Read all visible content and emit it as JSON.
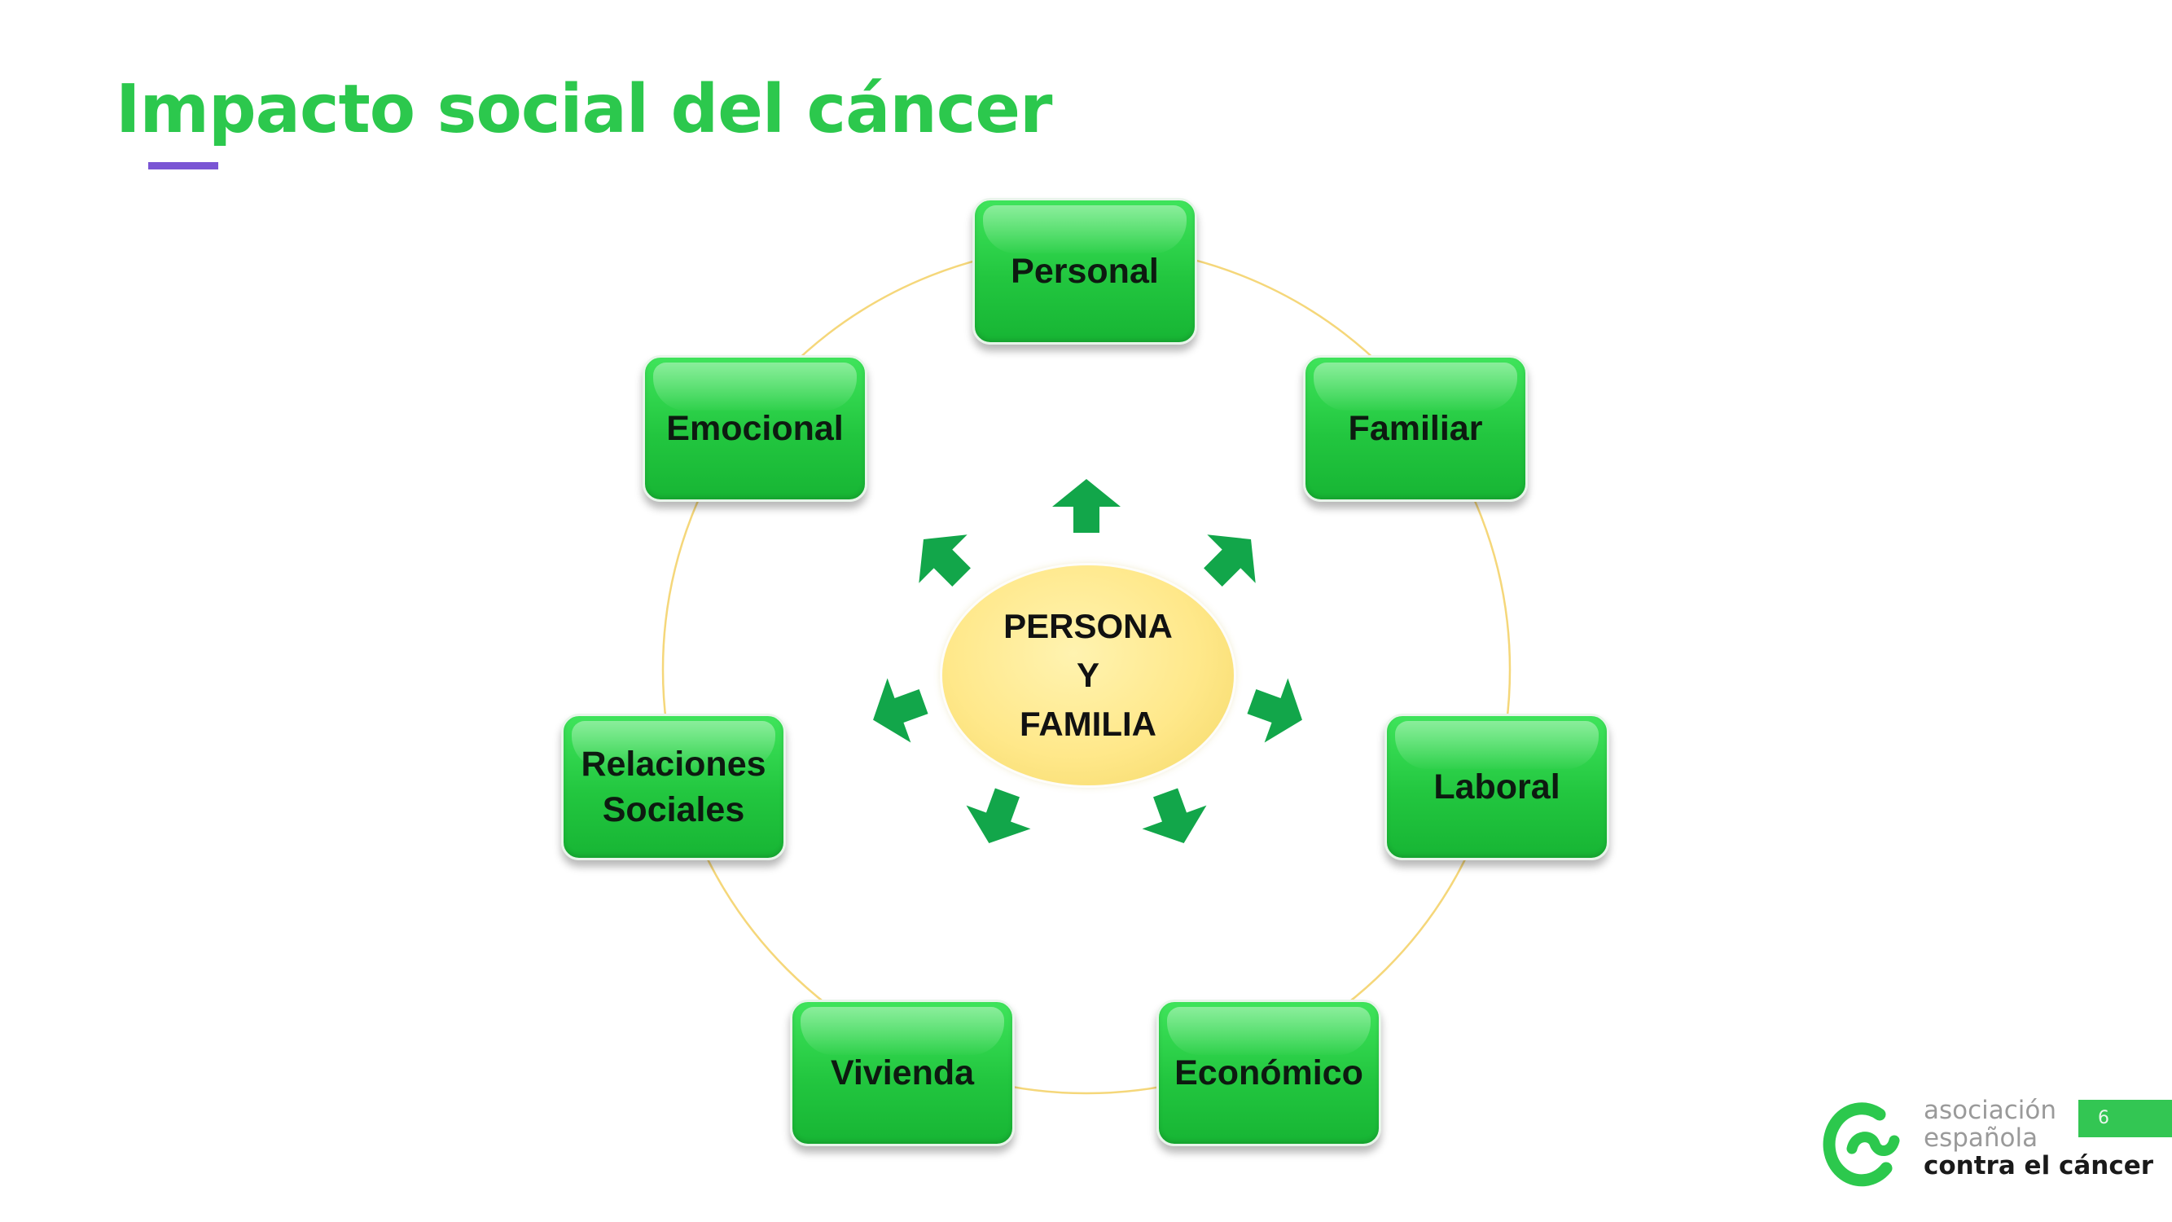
{
  "slide": {
    "title": "Impacto social del cáncer",
    "page_number": "6"
  },
  "diagram": {
    "center_label": "PERSONA\nY\nFAMILIA",
    "nodes": [
      {
        "id": "personal",
        "label": "Personal"
      },
      {
        "id": "familiar",
        "label": "Familiar"
      },
      {
        "id": "laboral",
        "label": "Laboral"
      },
      {
        "id": "economico",
        "label": "Económico"
      },
      {
        "id": "vivienda",
        "label": "Vivienda"
      },
      {
        "id": "relaciones-sociales",
        "label": "Relaciones\nSociales"
      },
      {
        "id": "emocional",
        "label": "Emocional"
      }
    ]
  },
  "brand": {
    "line1": "asociación",
    "line2": "española",
    "line3": "contra el cáncer"
  },
  "colors": {
    "title_green": "#2cc84d",
    "accent_purple": "#7a55d4",
    "node_green": "#22c63f",
    "arrow_green": "#12a64a",
    "center_yellow": "#ffe88a",
    "ring_yellow": "#f5d77a"
  }
}
